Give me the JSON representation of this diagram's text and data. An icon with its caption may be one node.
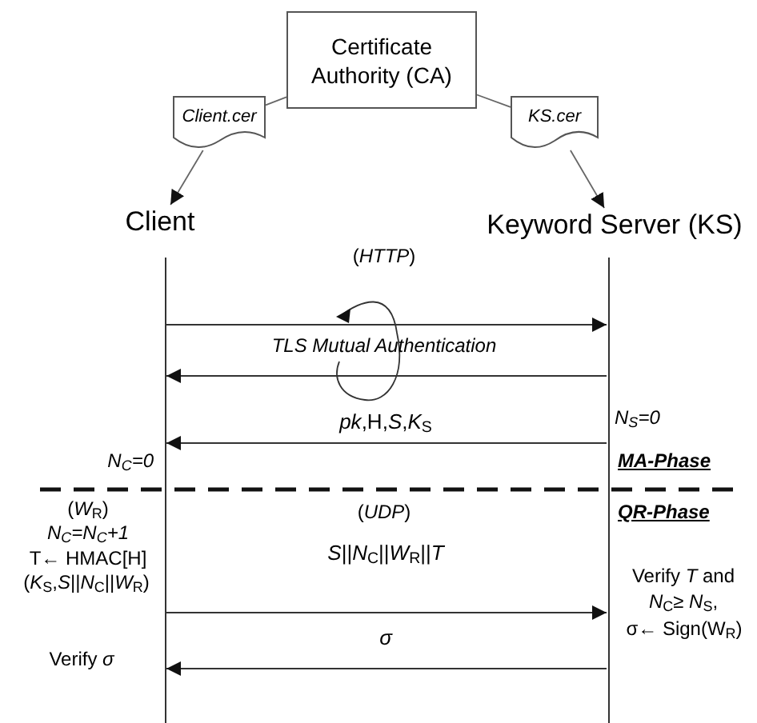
{
  "diagram": {
    "nodes": [
      {
        "text": [
          "Certificate Authority (CA)"
        ]
      },
      {
        "text": [
          "Client.cer"
        ]
      },
      {
        "text": [
          "KS.cer"
        ]
      },
      {
        "text": [
          "Client"
        ]
      },
      {
        "text": [
          "Keyword Server (KS)"
        ]
      },
      {
        "text": [],
        "shape": "bar"
      },
      {
        "text": [],
        "shape": "bar"
      }
    ],
    "edges": [
      {
        "from": 0,
        "to": 1,
        "arrow": "none"
      },
      {
        "from": 0,
        "to": 2,
        "arrow": "none"
      },
      {
        "from": 1,
        "to": 3,
        "arrow": "to"
      },
      {
        "from": 2,
        "to": 4,
        "arrow": "to"
      },
      {
        "from": 5,
        "to": 6,
        "arrow": "to"
      },
      {
        "from": 6,
        "to": 5,
        "arrow": "to"
      },
      {
        "from": 6,
        "to": 5,
        "arrow": "to",
        "label": "*pk*,H,*S*,*K*$_{S}$"
      },
      {
        "from": 5,
        "to": 6,
        "arrow": "to",
        "label": "*S*||*N*$_{C}$||*W*$_{R}$||*T*"
      },
      {
        "from": 6,
        "to": 5,
        "arrow": "to",
        "label": "*σ*"
      }
    ],
    "labels": [
      "(*HTTP*)",
      "TLS Mutual Authentication",
      "N$_{S}$=0",
      "N$_{C}$=0",
      "MA-Phase",
      "(*W*$_{R}$)",
      "(*UDP*)",
      "QR-Phase",
      "N$_{C}$=N$_{C}$+1",
      "T← HMAC[H]",
      "(*K*$_{S}$,*S*||*N*$_{C}$||*W*$_{R}$)",
      "Verify *T* and",
      "*N*$_{C}$≥ *N*$_{S}$,",
      "σ← Sign(W$_{R}$)",
      "Verify *σ*"
    ]
  }
}
